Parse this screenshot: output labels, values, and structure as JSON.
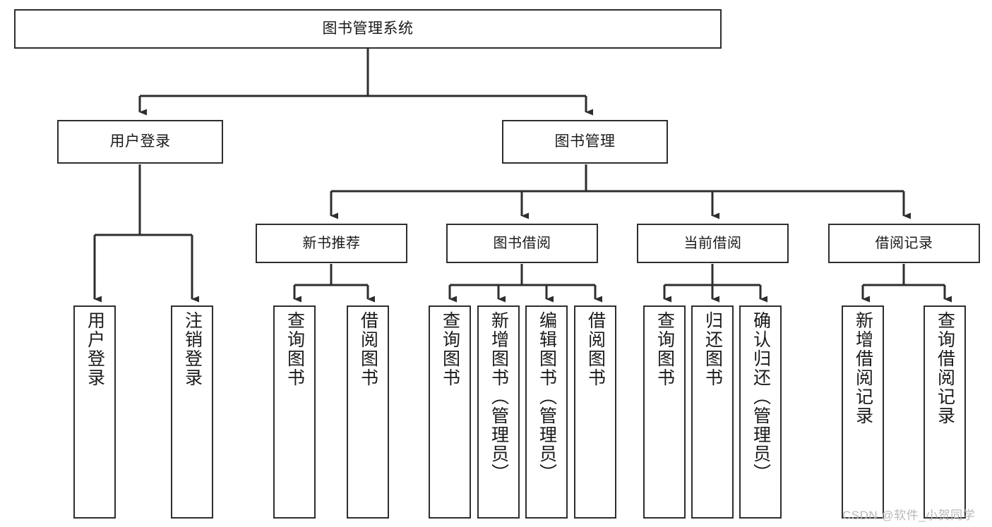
{
  "diagram": {
    "type": "tree-hierarchy",
    "title": "图书管理系统",
    "watermark": "CSDN @软件_小贺同学",
    "colors": {
      "box_border": "#2e2e2e",
      "box_fill": "#ffffff",
      "edge": "#2e2e2e",
      "text": "#1a1a1a",
      "watermark": "#b9b9b9",
      "background": "#ffffff"
    },
    "root": {
      "id": "root",
      "label": "图书管理系统"
    },
    "level1": [
      {
        "id": "user-login",
        "label": "用户登录"
      },
      {
        "id": "book-management",
        "label": "图书管理"
      }
    ],
    "level2": [
      {
        "id": "new-book-recommend",
        "label": "新书推荐",
        "parent": "book-management"
      },
      {
        "id": "book-borrow",
        "label": "图书借阅",
        "parent": "book-management"
      },
      {
        "id": "current-borrow",
        "label": "当前借阅",
        "parent": "book-management"
      },
      {
        "id": "borrow-record",
        "label": "借阅记录",
        "parent": "book-management"
      }
    ],
    "leaves": [
      {
        "id": "leaf-user-login",
        "label": "用户登录",
        "parent": "user-login"
      },
      {
        "id": "leaf-user-logout",
        "label": "注销登录",
        "parent": "user-login"
      },
      {
        "id": "leaf-query-book-1",
        "label": "查询图书",
        "parent": "new-book-recommend"
      },
      {
        "id": "leaf-borrow-book-1",
        "label": "借阅图书",
        "parent": "new-book-recommend"
      },
      {
        "id": "leaf-query-book-2",
        "label": "查询图书",
        "parent": "book-borrow"
      },
      {
        "id": "leaf-add-book",
        "label": "新增图书（管理员）",
        "parent": "book-borrow"
      },
      {
        "id": "leaf-edit-book",
        "label": "编辑图书（管理员）",
        "parent": "book-borrow"
      },
      {
        "id": "leaf-borrow-book-2",
        "label": "借阅图书",
        "parent": "book-borrow"
      },
      {
        "id": "leaf-query-book-3",
        "label": "查询图书",
        "parent": "current-borrow"
      },
      {
        "id": "leaf-return-book",
        "label": "归还图书",
        "parent": "current-borrow"
      },
      {
        "id": "leaf-confirm-return",
        "label": "确认归还（管理员）",
        "parent": "current-borrow"
      },
      {
        "id": "leaf-add-record",
        "label": "新增借阅记录",
        "parent": "borrow-record"
      },
      {
        "id": "leaf-query-record",
        "label": "查询借阅记录",
        "parent": "borrow-record"
      }
    ]
  }
}
